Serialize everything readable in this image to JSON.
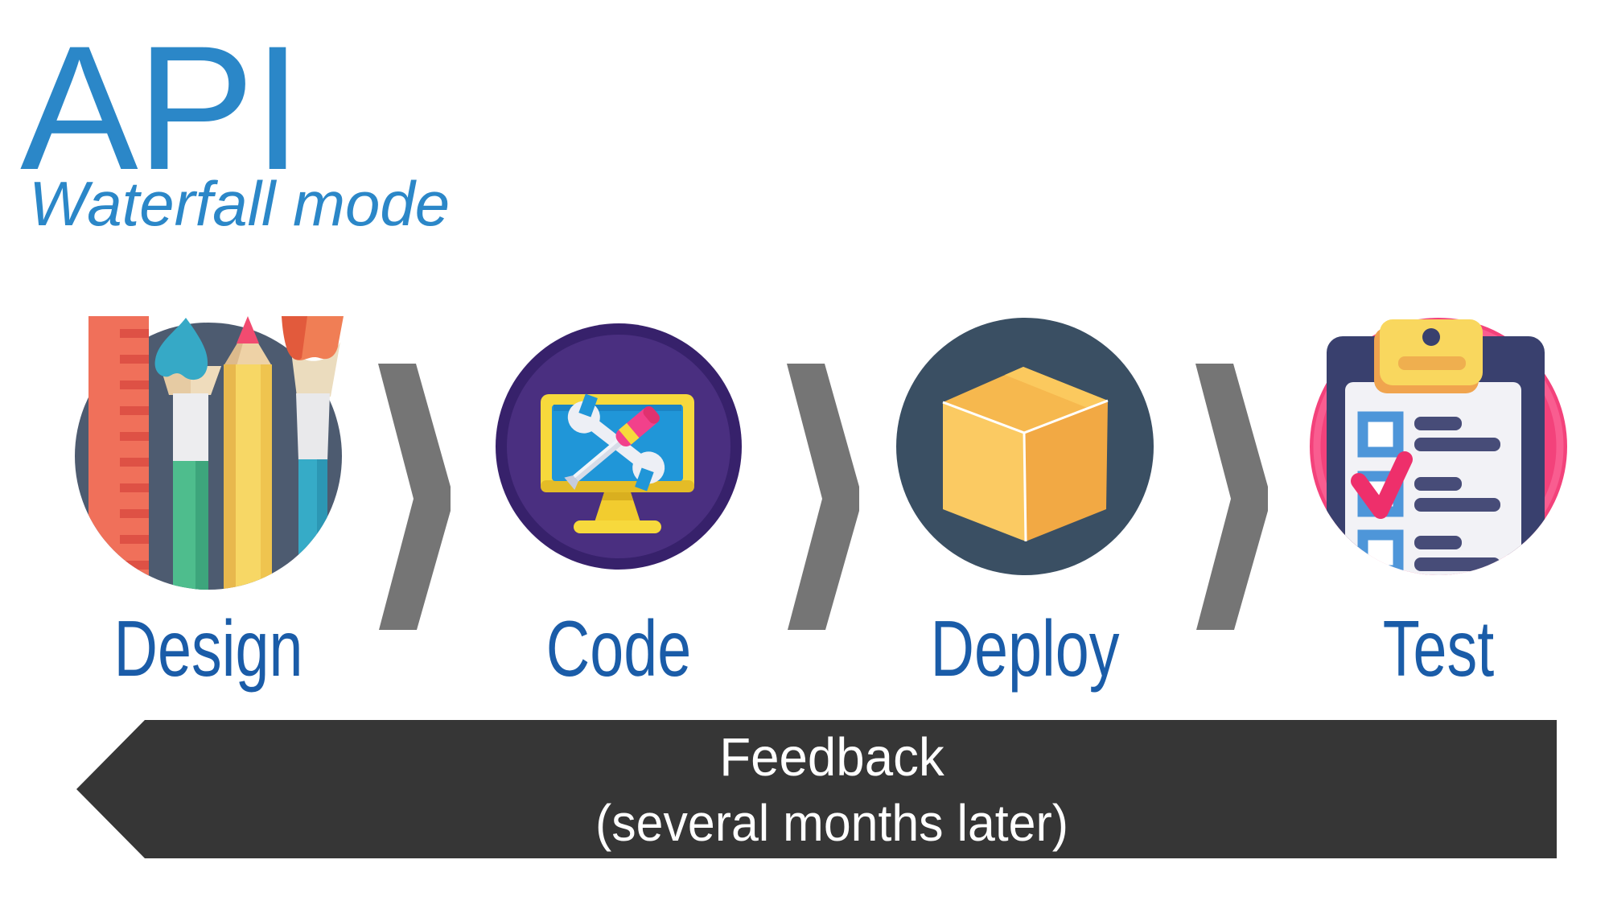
{
  "slide": {
    "title": "API",
    "subtitle": "Waterfall mode"
  },
  "workflow": {
    "stages": [
      {
        "label": "Design",
        "icon": "design-art-tools-icon"
      },
      {
        "label": "Code",
        "icon": "code-monitor-tools-icon"
      },
      {
        "label": "Deploy",
        "icon": "deploy-package-box-icon"
      },
      {
        "label": "Test",
        "icon": "test-checklist-clipboard-icon"
      }
    ],
    "connector_icon": "chevron-right-icon"
  },
  "feedback_banner": {
    "line1": "Feedback",
    "line2": "(several months later)",
    "direction": "left"
  },
  "colors": {
    "title_blue": "#2B87C8",
    "stage_label_blue": "#1A5CA8",
    "chevron_gray": "#757575",
    "feedback_banner_bg": "#363636",
    "feedback_text": "#FFFFFF",
    "design_circle": "#4D5B70",
    "code_circle_outer": "#37216B",
    "code_circle_inner": "#4A2F80",
    "deploy_circle": "#3A4F63",
    "test_circle": "#F3427B"
  }
}
